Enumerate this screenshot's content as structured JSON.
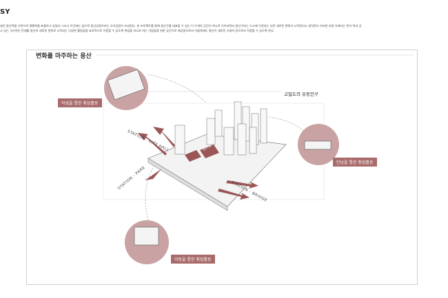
{
  "header": {
    "title": "SY",
    "intro_lines": [
      "설인 용산역을 기반으로 명행력을 표출하고 있었다 그리고 이곳에는 앞으로 용산공원이라는 국가공원이 조성된다. 본 프로젝트를 통해 용산구를 대표할 수 있는 이 두개의 공간이 하나로 이어지면서 용산구라는 도시에 이전과는 다른 새로운 변화가 시작된다고 생각한다 이러한 과정 속에서는 먼저 역과 공",
      "고 있는 국가적인 문제를 용산의 새로운 변화로 시작되는 다양한 활동들을 효과적으로 이용할 수 있도록 취업을 하고자 하는 사람들을 위한 공간으로 제공함으로서 이들에게도 용산이 새로운 기회의 장으로서 작용할 수 있도록 한다."
    ]
  },
  "diagram": {
    "title": "변화를 마주하는 용산",
    "density_label": "고밀도의 유동인구",
    "activities": [
      "작업을 통한 취업활동",
      "만남을 통한 취업활동",
      "이동을 통한 취업활동"
    ],
    "axes": [
      "STATION - CITY HALL",
      "STATION - PARK",
      "STATION - BRIDGE"
    ],
    "site_label": "SITE",
    "accent": "#a86a6a"
  }
}
